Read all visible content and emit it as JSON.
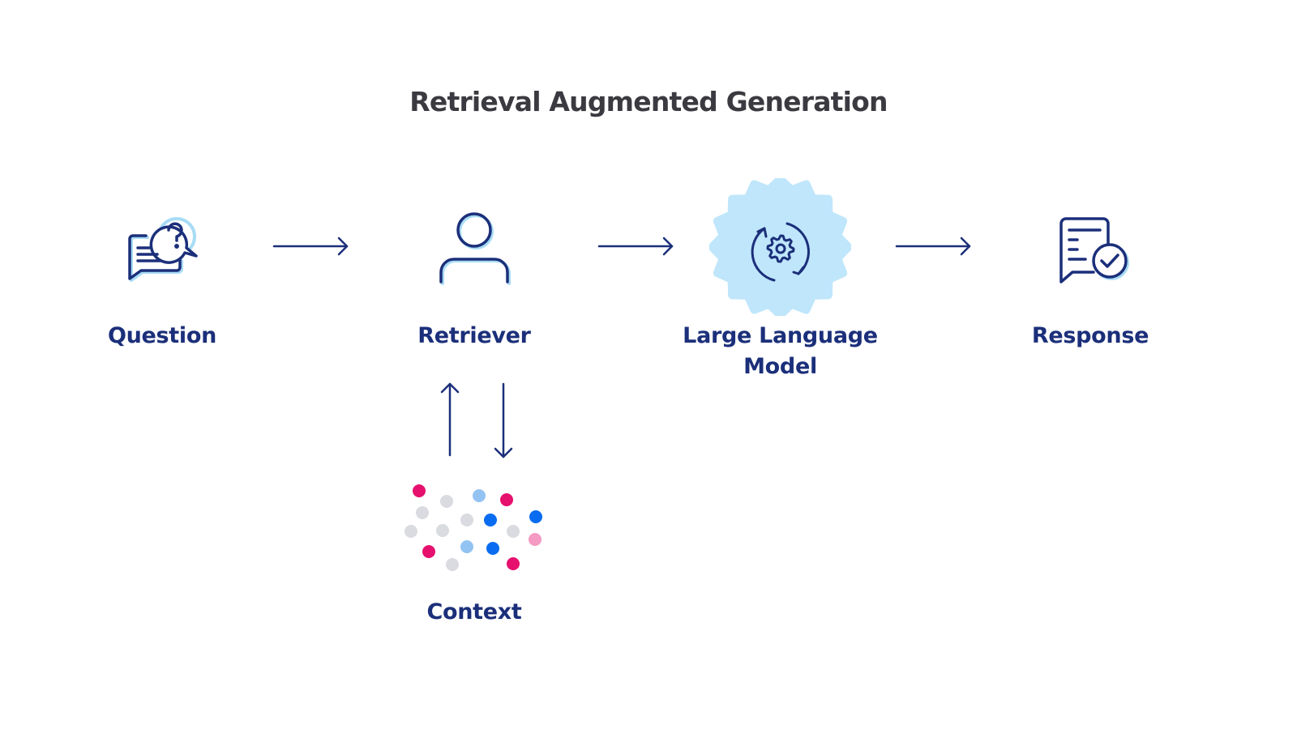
{
  "title": "Retrieval Augmented Generation",
  "nodes": {
    "question": {
      "label": "Question",
      "icon": "question-chat-icon"
    },
    "retriever": {
      "label": "Retriever",
      "icon": "user-icon"
    },
    "llm": {
      "label_line1": "Large Language",
      "label_line2": "Model",
      "icon": "gear-refresh-icon"
    },
    "response": {
      "label": "Response",
      "icon": "document-check-icon"
    },
    "context": {
      "label": "Context",
      "icon": "data-dots-icon"
    }
  },
  "edges": [
    {
      "from": "Question",
      "to": "Retriever",
      "direction": "right"
    },
    {
      "from": "Retriever",
      "to": "Large Language Model",
      "direction": "right"
    },
    {
      "from": "Large Language Model",
      "to": "Response",
      "direction": "right"
    },
    {
      "from": "Context",
      "to": "Retriever",
      "direction": "up"
    },
    {
      "from": "Retriever",
      "to": "Context",
      "direction": "down"
    }
  ],
  "colors": {
    "primary": "#1b2f7a",
    "title": "#3a3a40",
    "llm_badge": "#bfe6fb",
    "icon_glow": "#a8dcf5",
    "dot_magenta": "#e6106e",
    "dot_blue": "#0a6cf0",
    "dot_lightblue": "#93c3f2",
    "dot_gray": "#d9dbe0",
    "dot_pink": "#f59ac2"
  },
  "context_dots": [
    {
      "c": "dot_magenta"
    },
    {
      "c": "dot_gray"
    },
    {
      "c": "dot_lightblue"
    },
    {
      "c": "dot_magenta"
    },
    {
      "c": "dot_gray"
    },
    {
      "c": "dot_gray"
    },
    {
      "c": "dot_gray"
    },
    {
      "c": "dot_blue"
    },
    {
      "c": "dot_blue"
    },
    {
      "c": "dot_gray"
    },
    {
      "c": "dot_pink"
    },
    {
      "c": "dot_gray"
    },
    {
      "c": "dot_magenta"
    },
    {
      "c": "dot_lightblue"
    },
    {
      "c": "dot_blue"
    },
    {
      "c": "dot_gray"
    },
    {
      "c": "dot_magenta"
    }
  ]
}
